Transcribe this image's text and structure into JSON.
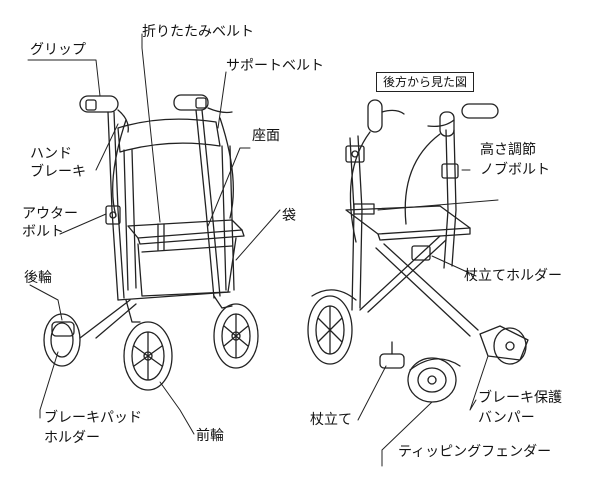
{
  "labels": {
    "grip": "グリップ",
    "folding_belt": "折りたたみベルト",
    "support_belt": "サポートベルト",
    "rear_view": "後方から見た図",
    "hand_brake_1": "ハンド",
    "hand_brake_2": "ブレーキ",
    "seat": "座面",
    "bag": "袋",
    "outer_bolt_1": "アウター",
    "outer_bolt_2": "ボルト",
    "rear_wheel": "後輪",
    "brake_pad_holder_1": "ブレーキパッド",
    "brake_pad_holder_2": "ホルダー",
    "front_wheel": "前輪",
    "height_knob_1": "高さ調節",
    "height_knob_2": "ノブボルト",
    "cane_holder": "杖立てホルダー",
    "cane_stand": "杖立て",
    "brake_bumper_1": "ブレーキ保護",
    "brake_bumper_2": "バンパー",
    "tipping_fender": "ティッピングフェンダー"
  },
  "colors": {
    "line": "#222222",
    "background": "#ffffff"
  }
}
